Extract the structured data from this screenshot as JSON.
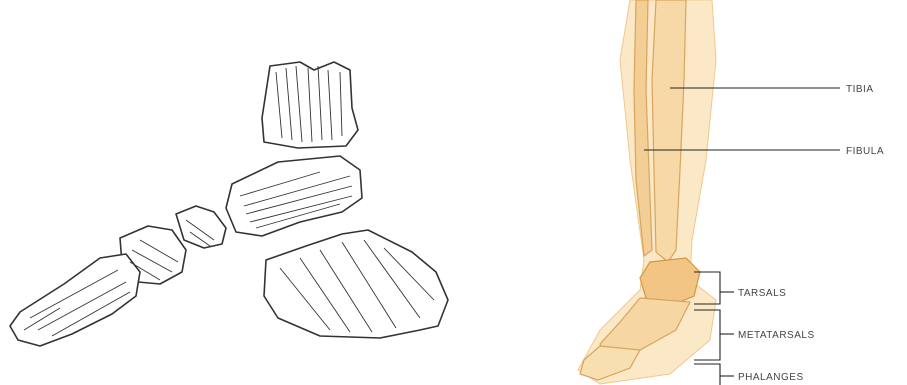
{
  "labels": {
    "tibia": "TIBIA",
    "fibula": "FIBULA",
    "tarsals": "TARSALS",
    "metatarsals": "METATARSALS",
    "phalanges": "PHALANGES"
  },
  "colors": {
    "line_art": "#333333",
    "bone_fill": "#f7d9a8",
    "bone_stroke": "#d9a45c",
    "leader": "#222222",
    "label_text": "#444444"
  }
}
